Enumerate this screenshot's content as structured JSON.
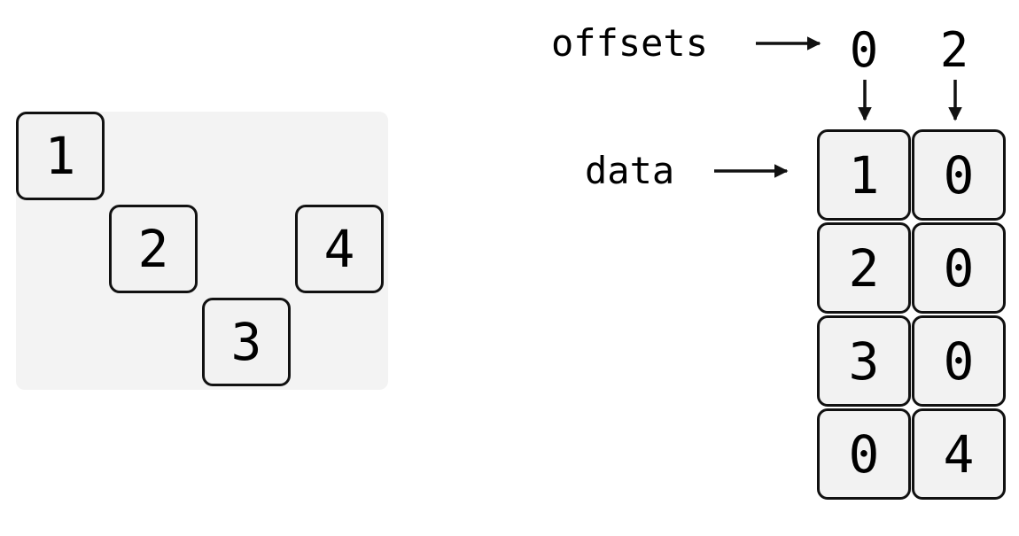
{
  "sparse_matrix": {
    "entries": [
      {
        "value": "1",
        "row": 0,
        "col": 0
      },
      {
        "value": "2",
        "row": 1,
        "col": 1
      },
      {
        "value": "3",
        "row": 2,
        "col": 2
      },
      {
        "value": "4",
        "row": 1,
        "col": 3
      }
    ]
  },
  "labels": {
    "offsets": "offsets",
    "data": "data"
  },
  "offsets": [
    "0",
    "2"
  ],
  "data_grid": [
    [
      "1",
      "0"
    ],
    [
      "2",
      "0"
    ],
    [
      "3",
      "0"
    ],
    [
      "0",
      "4"
    ]
  ]
}
